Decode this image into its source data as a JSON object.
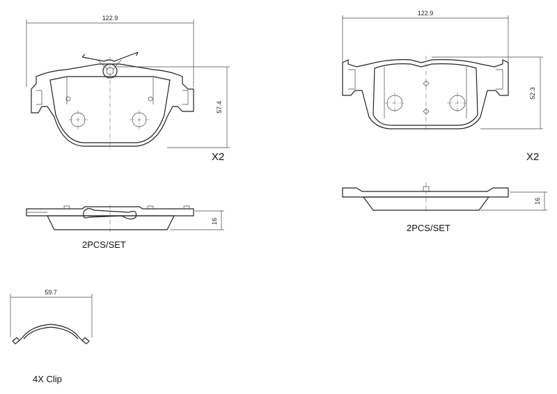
{
  "left_pad": {
    "width_dim": "122.9",
    "height_dim": "57.4",
    "thickness_dim": "16",
    "quantity": "X2",
    "set_label": "2PCS/SET"
  },
  "right_pad": {
    "width_dim": "122.9",
    "height_dim": "52.3",
    "thickness_dim": "16",
    "quantity": "X2",
    "set_label": "2PCS/SET"
  },
  "clip": {
    "width_dim": "59.7",
    "label": "4X Clip"
  }
}
